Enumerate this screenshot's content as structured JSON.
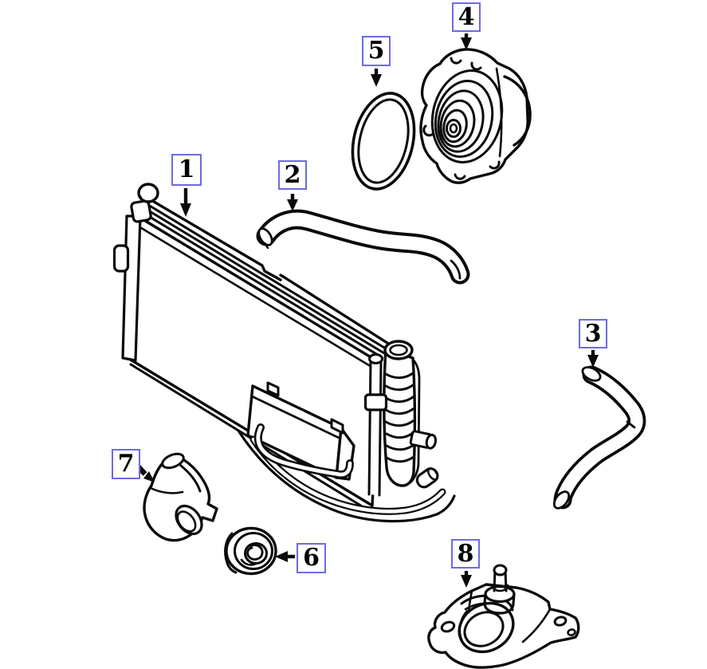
{
  "colors": {
    "page_background": "#ffffff",
    "line": "#0a0a0a",
    "callout_border": "#6c6ce0",
    "callout_text": "#000000",
    "callout_background": "#ffffff"
  },
  "callouts": {
    "items": [
      {
        "label": "1"
      },
      {
        "label": "2"
      },
      {
        "label": "3"
      },
      {
        "label": "4"
      },
      {
        "label": "5"
      },
      {
        "label": "6"
      },
      {
        "label": "7"
      },
      {
        "label": "8"
      }
    ]
  }
}
